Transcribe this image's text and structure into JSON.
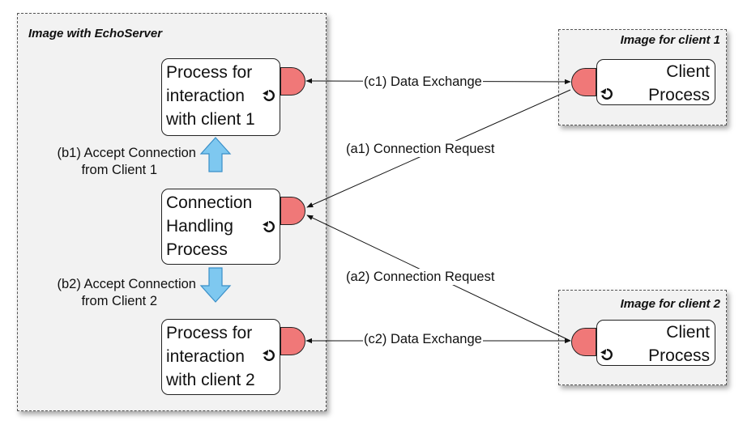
{
  "server_frame": {
    "title": "Image with EchoServer"
  },
  "client1_frame": {
    "title": "Image for client 1"
  },
  "client2_frame": {
    "title": "Image for client 2"
  },
  "process_client1": {
    "lines": [
      "Process for",
      "interaction",
      "with client 1"
    ]
  },
  "connection_process": {
    "lines": [
      "Connection",
      "Handling",
      "Process"
    ]
  },
  "process_client2": {
    "lines": [
      "Process for",
      "interaction",
      "with client 2"
    ]
  },
  "client1_process": {
    "lines": [
      "Client",
      "Process"
    ]
  },
  "client2_process": {
    "lines": [
      "Client",
      "Process"
    ]
  },
  "edges": {
    "c1": "(c1) Data Exchange",
    "a1": "(a1) Connection Request",
    "a2": "(a2) Connection Request",
    "c2": "(c2) Data Exchange"
  },
  "steps": {
    "b1": [
      "(b1) Accept Connection",
      "from Client 1"
    ],
    "b2": [
      "(b2) Accept Connection",
      "from Client 2"
    ]
  },
  "colors": {
    "port": "#f07878",
    "arrow_fill": "#7ec8f0",
    "frame_bg": "#f2f2f2"
  },
  "icons": {
    "cycle": "cycle-arrow-icon",
    "up": "up-arrow-icon",
    "down": "down-arrow-icon"
  }
}
